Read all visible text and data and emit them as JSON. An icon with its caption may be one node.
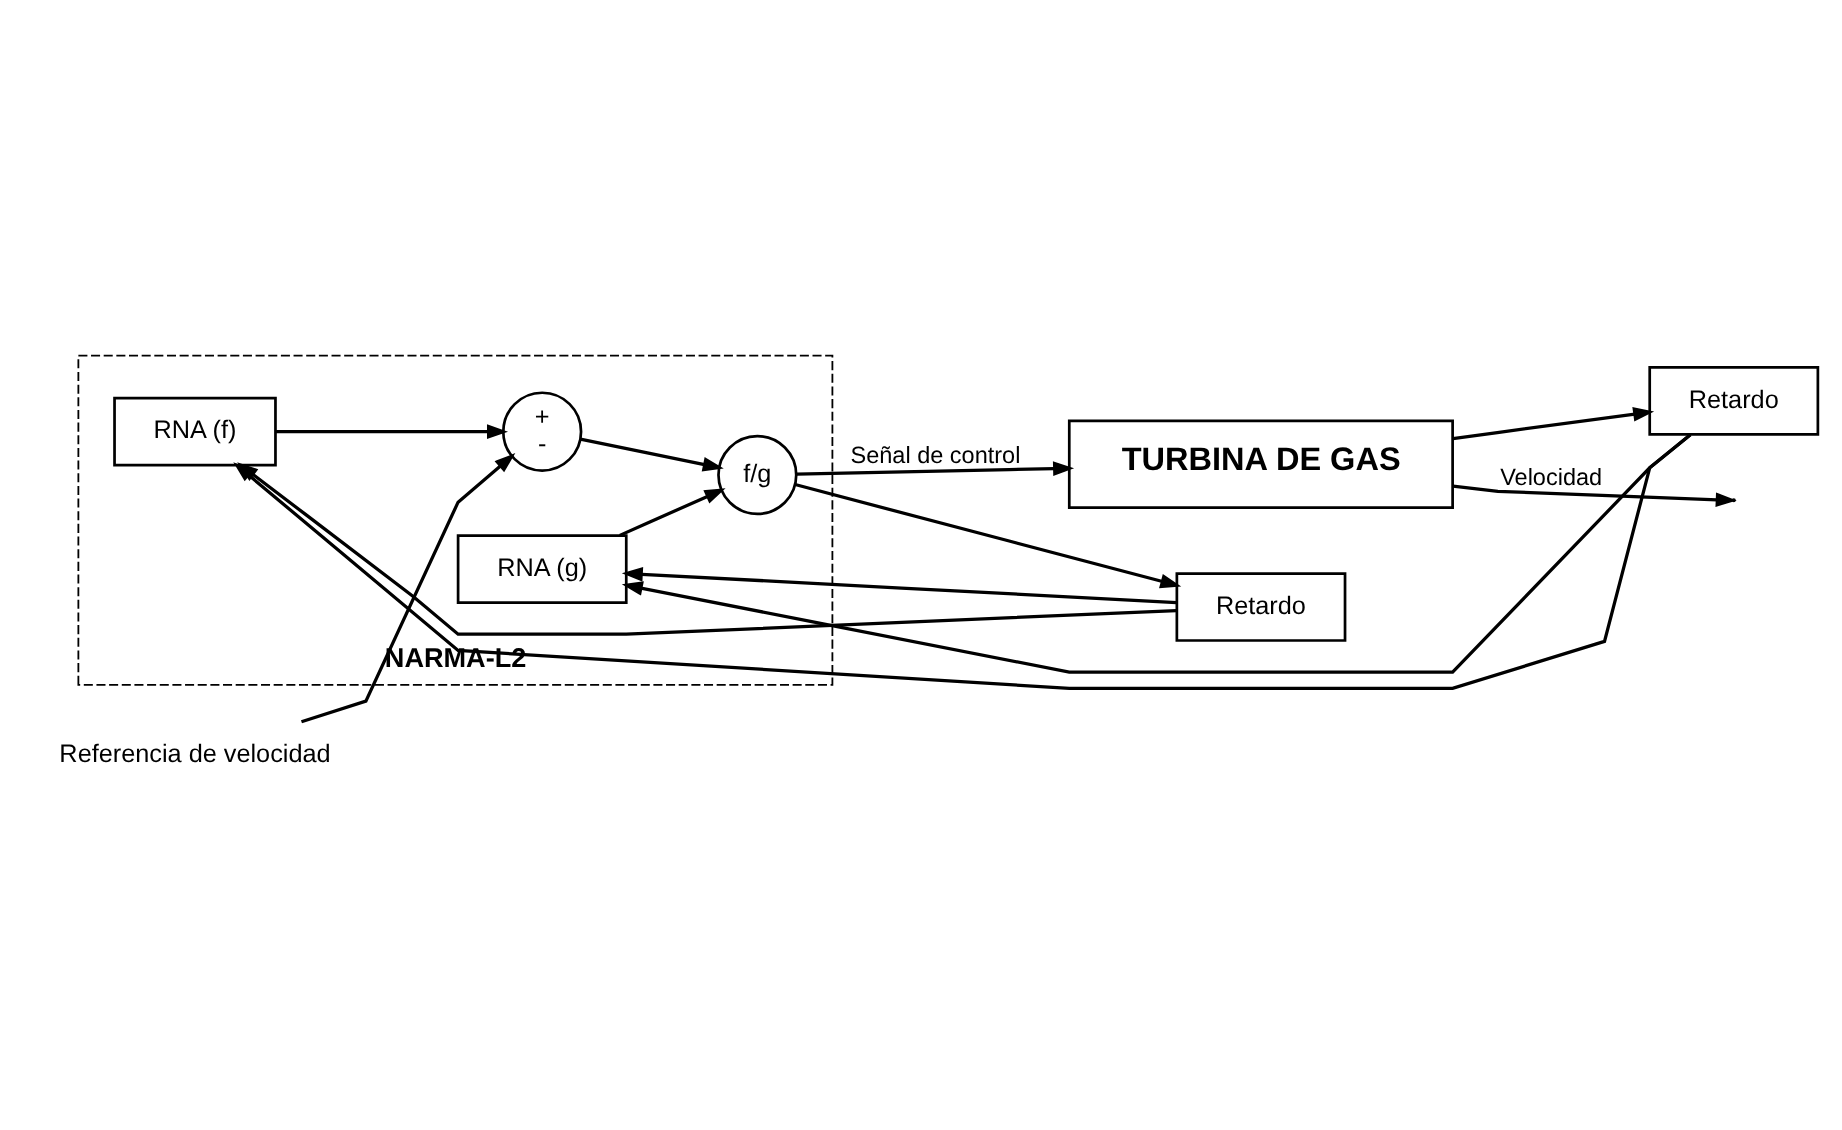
{
  "diagram": {
    "nodes": [
      {
        "text": [
          "NARMA-L2"
        ]
      },
      {
        "text": [
          "RNA (f)"
        ],
        "in": 0
      },
      {
        "text": [
          "RNA (g)"
        ],
        "in": 0
      },
      {
        "text": [
          "+",
          "-"
        ],
        "in": 0
      },
      {
        "text": [
          "f/g"
        ],
        "in": 0
      },
      {
        "text": [
          "TURBINA DE GAS"
        ]
      },
      {
        "text": [
          "Retardo"
        ]
      },
      {
        "text": [
          "Retardo"
        ]
      },
      {
        "text": [
          "Referencia de velocidad"
        ]
      }
    ],
    "edges": [
      {
        "from": 8,
        "to": 3,
        "arrow": "to"
      },
      {
        "from": 1,
        "to": 3,
        "arrow": "to"
      },
      {
        "from": 3,
        "to": 4,
        "arrow": "to"
      },
      {
        "from": 2,
        "to": 4,
        "arrow": "to"
      },
      {
        "from": 4,
        "to": 5,
        "label": "Señal de control",
        "arrow": "to"
      },
      {
        "from": 5,
        "to": null,
        "label": "Velocidad",
        "arrow": "to"
      },
      {
        "from": 4,
        "to": 6,
        "arrow": "to"
      },
      {
        "from": 5,
        "to": 7,
        "arrow": "to"
      },
      {
        "from": 6,
        "to": 1,
        "arrow": "to"
      },
      {
        "from": 6,
        "to": 2,
        "arrow": "to"
      },
      {
        "from": 7,
        "to": 1,
        "arrow": "to"
      },
      {
        "from": 7,
        "to": 2,
        "arrow": "to"
      }
    ]
  }
}
